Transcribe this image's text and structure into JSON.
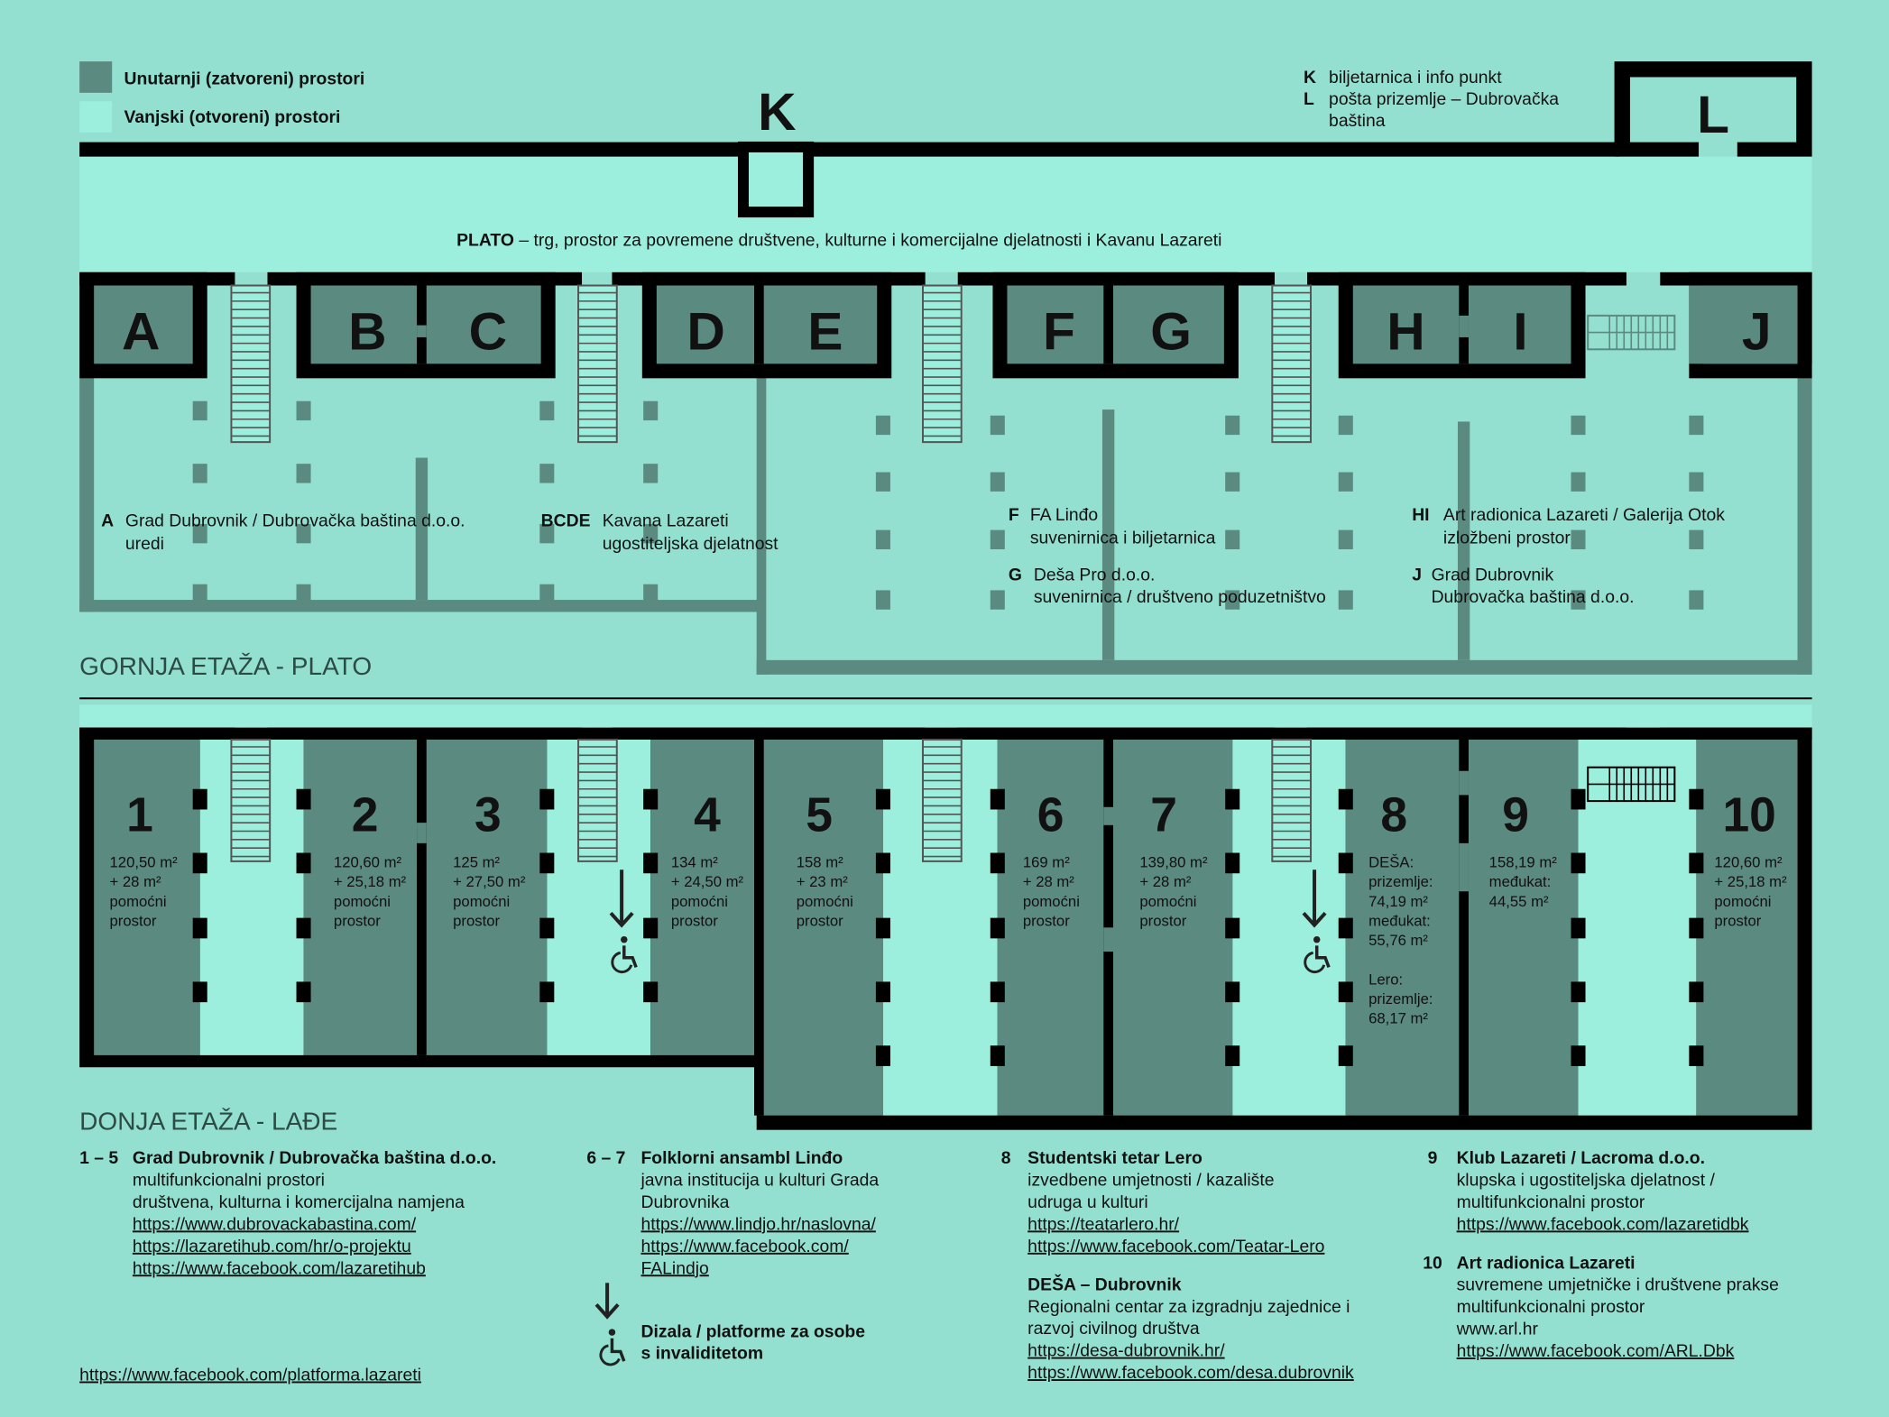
{
  "colors": {
    "background": "#93e0d1",
    "outdoor": "#9ceedd",
    "indoor": "#5b8a80",
    "wall": "#000000",
    "title": "#2d4a45"
  },
  "legend": {
    "indoor": "Unutarnji (zatvoreni) prostori",
    "outdoor": "Vanjski (otvoreni) prostori"
  },
  "keys": {
    "k": {
      "letter": "K",
      "desc": "biljetarnica i info punkt"
    },
    "l": {
      "letter": "L",
      "desc_1": "pošta prizemlje – Dubrovačka",
      "desc_2": "baština"
    }
  },
  "plato": {
    "label": "PLATO",
    "desc": "– trg, prostor za povremene društvene, kulturne  i komercijalne djelatnosti i Kavanu Lazareti"
  },
  "upper": {
    "title": "GORNJA ETAŽA - PLATO",
    "rooms": [
      "A",
      "B",
      "C",
      "D",
      "E",
      "F",
      "G",
      "H",
      "I",
      "J"
    ],
    "labels": {
      "a": {
        "key": "A",
        "line1": "Grad Dubrovnik / Dubrovačka baština d.o.o.",
        "line2": "uredi"
      },
      "bcde": {
        "key": "BCDE",
        "line1": "Kavana Lazareti",
        "line2": "ugostiteljska djelatnost"
      },
      "f": {
        "key": "F",
        "line1": "FA Linđo",
        "line2": "suvenirnica i biljetarnica"
      },
      "g": {
        "key": "G",
        "line1": "Deša Pro d.o.o.",
        "line2": "suvenirnica / društveno poduzetništvo"
      },
      "hi": {
        "key": "HI",
        "line1": "Art radionica Lazareti / Galerija Otok",
        "line2": "izložbeni prostor"
      },
      "j": {
        "key": "J",
        "line1": "Grad Dubrovnik",
        "line2": "Dubrovačka baština d.o.o."
      }
    }
  },
  "lower": {
    "title": "DONJA ETAŽA - LAĐE",
    "rooms": [
      {
        "num": "1",
        "lines": [
          "120,50 m²",
          "+ 28 m²",
          "pomoćni",
          "prostor"
        ]
      },
      {
        "num": "2",
        "lines": [
          "120,60 m²",
          "+ 25,18 m²",
          "pomoćni",
          "prostor"
        ]
      },
      {
        "num": "3",
        "lines": [
          "125 m²",
          "+ 27,50 m²",
          "pomoćni",
          "prostor"
        ]
      },
      {
        "num": "4",
        "lines": [
          "134 m²",
          "+ 24,50 m²",
          "pomoćni",
          "prostor"
        ]
      },
      {
        "num": "5",
        "lines": [
          "158 m²",
          "+ 23 m²",
          "pomoćni",
          "prostor"
        ]
      },
      {
        "num": "6",
        "lines": [
          "169 m²",
          "+ 28 m²",
          "pomoćni",
          "prostor"
        ]
      },
      {
        "num": "7",
        "lines": [
          "139,80 m²",
          "+ 28 m²",
          "pomoćni",
          "prostor"
        ]
      },
      {
        "num": "8",
        "lines": [
          "DEŠA:",
          "prizemlje:",
          "74,19 m²",
          "međukat:",
          "55,76 m²",
          "",
          "Lero:",
          "prizemlje:",
          "68,17 m²"
        ]
      },
      {
        "num": "9",
        "lines": [
          "158,19 m²",
          "međukat:",
          "44,55 m²"
        ]
      },
      {
        "num": "10",
        "lines": [
          "120,60 m²",
          "+ 25,18 m²",
          "pomoćni",
          "prostor"
        ]
      }
    ]
  },
  "tenants": [
    {
      "num": "1 – 5",
      "name": "Grad Dubrovnik / Dubrovačka baština d.o.o.",
      "lines": [
        "multifunkcionalni prostori",
        "društvena, kulturna i komercijalna namjena"
      ],
      "links": [
        "https://www.dubrovackabastina.com/",
        "https://lazaretihub.com/hr/o-projektu",
        "https://www.facebook.com/lazaretihub"
      ]
    },
    {
      "num": "6 – 7",
      "name": "Folklorni ansambl Linđo",
      "lines": [
        "javna institucija u kulturi Grada",
        "Dubrovnika"
      ],
      "links": [
        "https://www.lindjo.hr/naslovna/",
        "https://www.facebook.com/",
        "FALindjo"
      ]
    },
    {
      "num": "8",
      "name": "Studentski tetar Lero",
      "lines": [
        "izvedbene umjetnosti / kazalište",
        "udruga u kulturi"
      ],
      "links": [
        "https://teatarlero.hr/",
        "https://www.facebook.com/Teatar-Lero"
      ]
    },
    {
      "num": "",
      "name": "DEŠA – Dubrovnik",
      "lines": [
        "Regionalni centar za izgradnju zajednice i",
        "razvoj civilnog društva"
      ],
      "links": [
        "https://desa-dubrovnik.hr/",
        "https://www.facebook.com/desa.dubrovnik"
      ]
    },
    {
      "num": "9",
      "name": "Klub Lazareti / Lacroma d.o.o.",
      "lines": [
        "klupska i ugostiteljska djelatnost /",
        "multifunkcionalni prostor"
      ],
      "links": [
        "https://www.facebook.com/lazaretidbk"
      ]
    },
    {
      "num": "10",
      "name": "Art radionica Lazareti",
      "lines": [
        "suvremene umjetničke i društvene prakse",
        "multifunkcionalni prostor",
        "www.arl.hr"
      ],
      "links": [
        "https://www.facebook.com/ARL.Dbk"
      ]
    }
  ],
  "accessibility": {
    "line1": "Dizala / platforme za osobe",
    "line2": "s invaliditetom"
  },
  "footer_link": "https://www.facebook.com/platforma.lazareti"
}
